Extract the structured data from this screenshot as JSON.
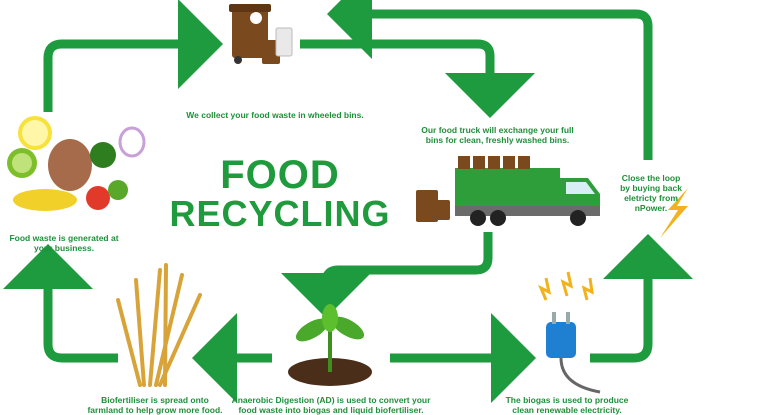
{
  "title": {
    "line1": "FOOD",
    "line2": "RECYCLING"
  },
  "steps": {
    "collect": "We collect your food waste in wheeled bins.",
    "truck": "Our food truck will exchange your full\nbins for clean, freshly washed bins.",
    "close_loop": "Close the loop\nby buying back\neletricty from\nnPower.",
    "generated": "Food waste is generated at\nyour business.",
    "biofertiliser": "Biofertiliser is spread onto\nfarmland to help grow more food.",
    "anaerobic": "Anaerobic Digestion (AD) is used to convert your\nfood waste into biogas and liquid biofertiliser.",
    "biogas": "The biogas is used to produce\nclean renewable electricity."
  },
  "colors": {
    "arrow": "#1e9a3f",
    "title": "#1f9a3c",
    "truck": "#2e9e3a",
    "bin": "#7a4a1e",
    "plug": "#1f7fd0",
    "bolt": "#f3b21b"
  }
}
